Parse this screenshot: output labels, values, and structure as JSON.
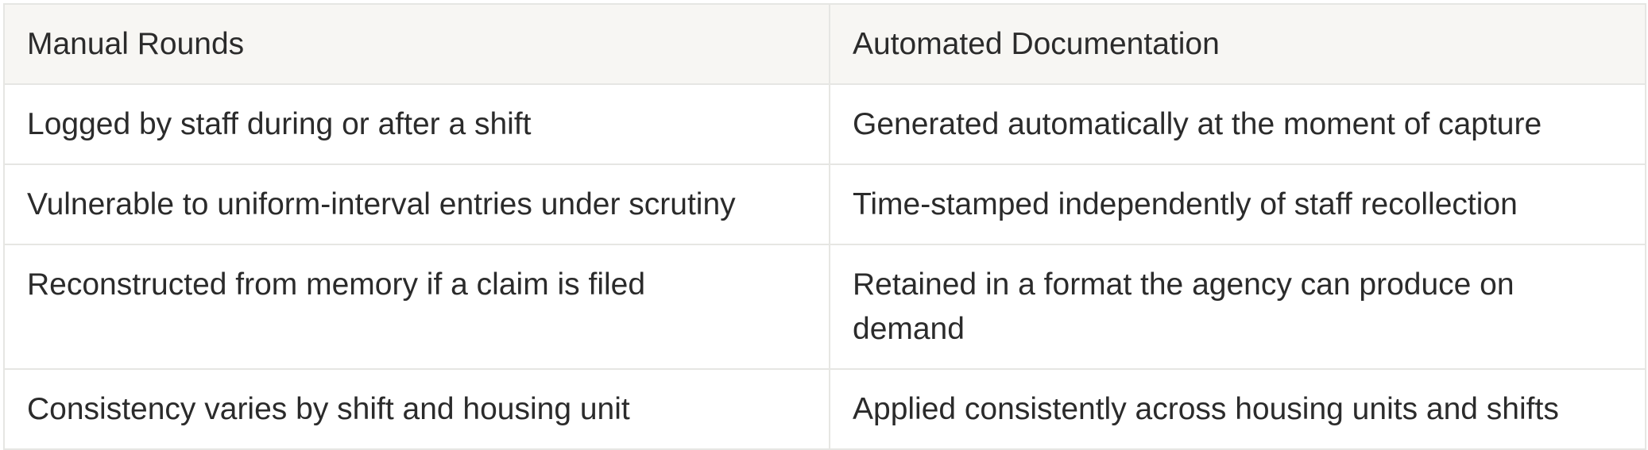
{
  "table": {
    "headers": [
      "Manual Rounds",
      "Automated Documentation"
    ],
    "rows": [
      [
        "Logged by staff during or after a shift",
        "Generated automatically at the moment of capture"
      ],
      [
        "Vulnerable to uniform-interval entries under scrutiny",
        "Time-stamped independently of staff recollection"
      ],
      [
        "Reconstructed from memory if a claim is filed",
        "Retained in a format the agency can produce on demand"
      ],
      [
        "Consistency varies by shift and housing unit",
        "Applied consistently across housing units and shifts"
      ]
    ]
  }
}
